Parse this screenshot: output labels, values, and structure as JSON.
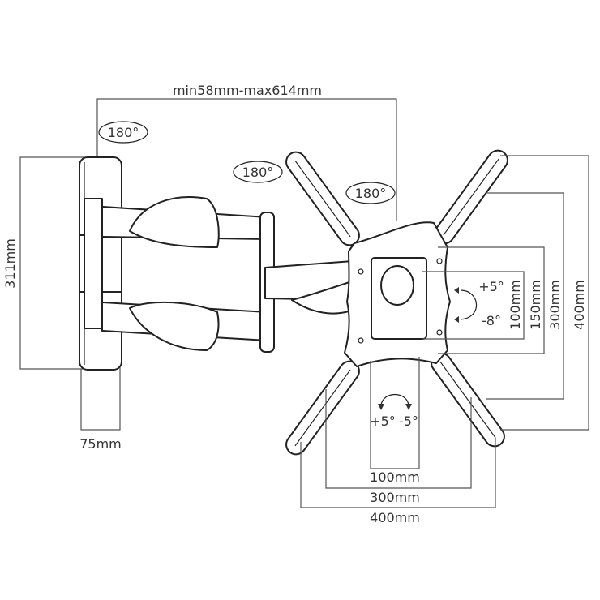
{
  "dimensions": {
    "arm_extension": "min58mm-max614mm",
    "wall_plate_height": "311mm",
    "wall_plate_depth": "75mm",
    "vesa_vertical": [
      "100mm",
      "150mm",
      "300mm",
      "400mm"
    ],
    "vesa_horizontal": [
      "100mm",
      "300mm",
      "400mm"
    ]
  },
  "rotations": {
    "swivel": [
      "180°",
      "180°",
      "180°"
    ],
    "tilt_up": "+5°",
    "tilt_down": "-8°",
    "roll_left": "+5°",
    "roll_right": "-5°"
  }
}
